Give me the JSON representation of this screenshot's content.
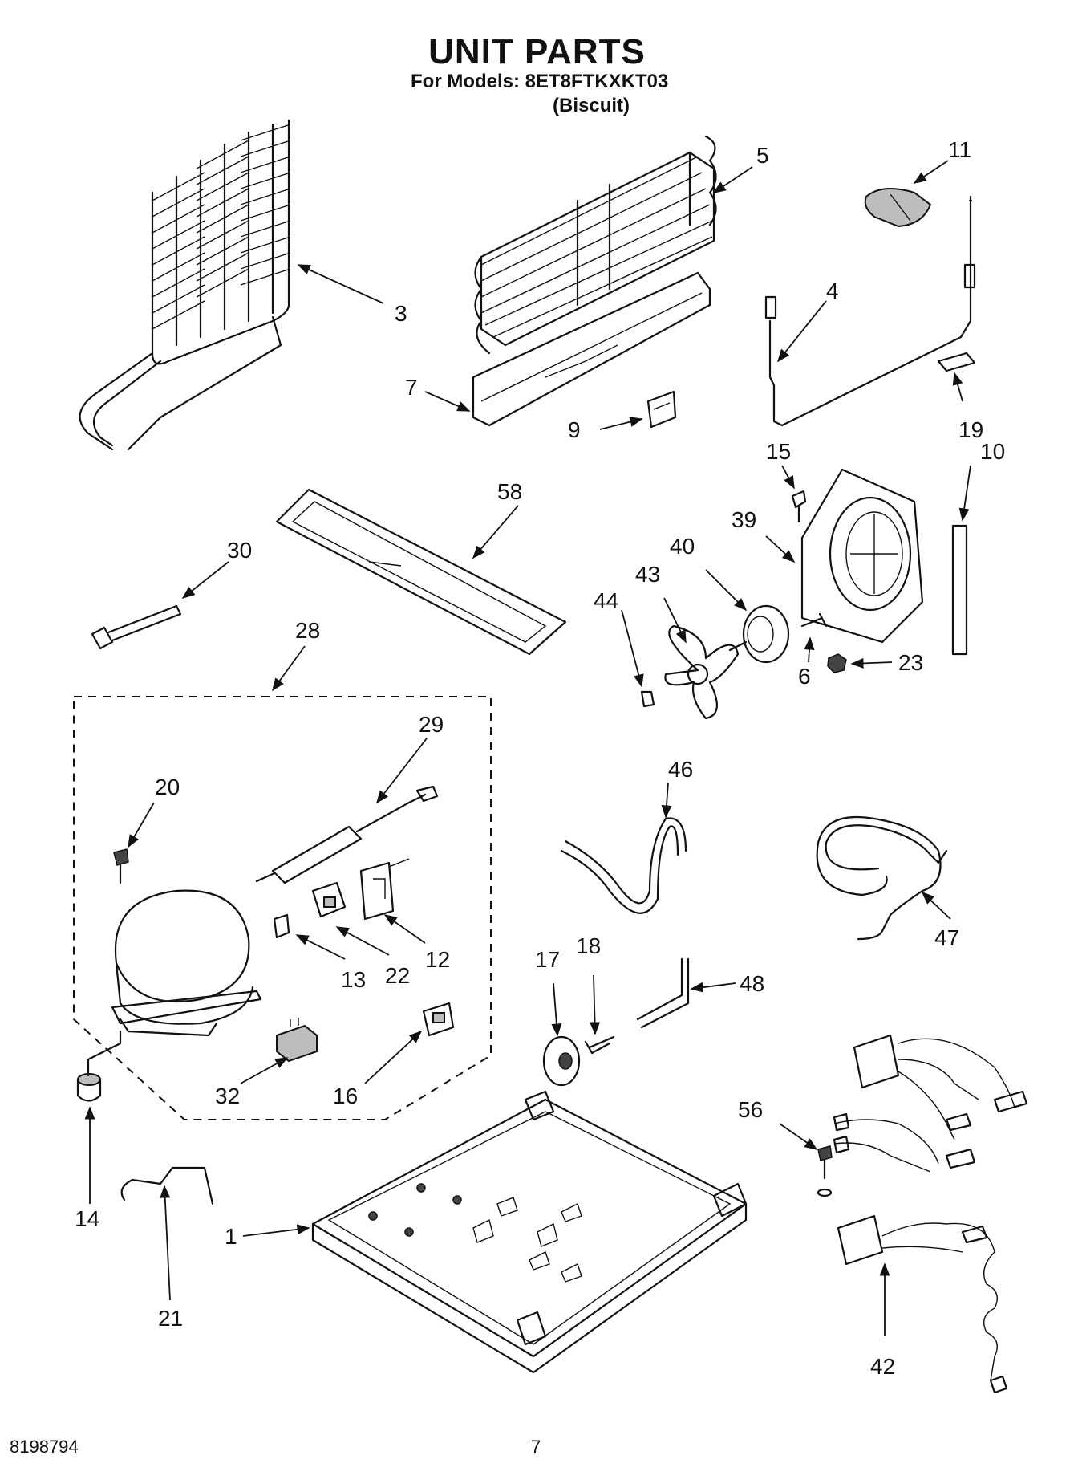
{
  "header": {
    "title": "UNIT PARTS",
    "models_line": "For Models: 8ET8FTKXKT03",
    "variant": "(Biscuit)"
  },
  "footer": {
    "doc_number": "8198794",
    "page_number": "7"
  },
  "callouts": {
    "c1": "1",
    "c3": "3",
    "c4": "4",
    "c5": "5",
    "c6": "6",
    "c7": "7",
    "c9": "9",
    "c10": "10",
    "c11": "11",
    "c12": "12",
    "c13": "13",
    "c14": "14",
    "c15": "15",
    "c16": "16",
    "c17": "17",
    "c18": "18",
    "c19": "19",
    "c20": "20",
    "c21": "21",
    "c22": "22",
    "c23": "23",
    "c28": "28",
    "c29": "29",
    "c30": "30",
    "c32": "32",
    "c39": "39",
    "c40": "40",
    "c42": "42",
    "c43": "43",
    "c44": "44",
    "c46": "46",
    "c47": "47",
    "c48": "48",
    "c56": "56",
    "c58": "58"
  }
}
